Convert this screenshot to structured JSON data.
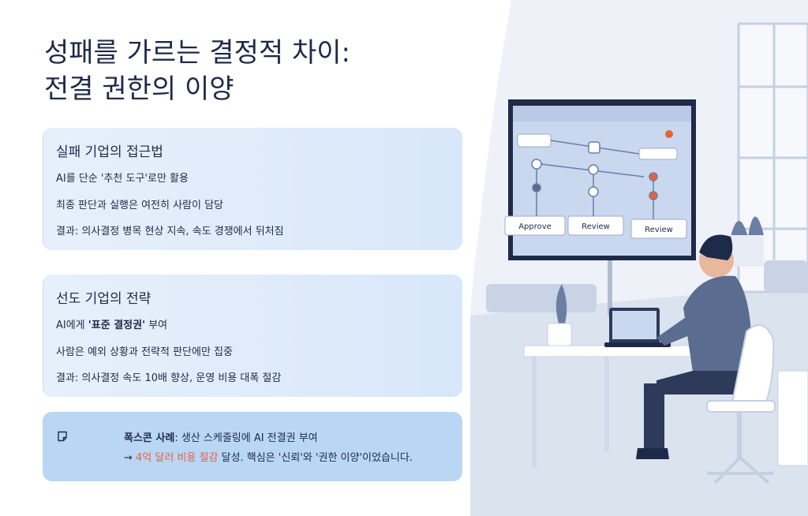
{
  "title": {
    "line1": "성패를 가르는 결정적 차이:",
    "line2": "전결 권한의 이양"
  },
  "failure": {
    "heading": "실패 기업의 접근법",
    "items": [
      "AI를 단순 '추천 도구'로만 활용",
      "최종 판단과 실행은 여전히 사람이 담당",
      "결과: 의사결정 병목 현상 지속, 속도 경쟁에서 뒤처짐"
    ]
  },
  "leader": {
    "heading": "선도 기업의 전략",
    "item1_prefix": "AI에게 ",
    "item1_bold": "'표준 결정권'",
    "item1_suffix": " 부여",
    "item2": "사람은 예외 상황과 전략적 판단에만 집중",
    "item3": "결과: 의사결정 속도 10배 향상, 운영 비용 대폭 절감"
  },
  "case": {
    "icon": "note-icon",
    "bold": "폭스콘 사례",
    "rest": ": 생산 스케줄링에 AI 전결권 부여",
    "arrow": "→ ",
    "highlight": "4억 달러 비용 절감",
    "tail": " 달성. 핵심은 '신뢰'와 '권한 이양'이었습니다."
  },
  "illustration": {
    "screen_labels": [
      "Approve",
      "Review",
      "Review"
    ],
    "colors": {
      "accent": "#e8623a",
      "navy": "#1e2a4a",
      "card": "#d8e7f9",
      "note": "#b9d6f5"
    }
  }
}
